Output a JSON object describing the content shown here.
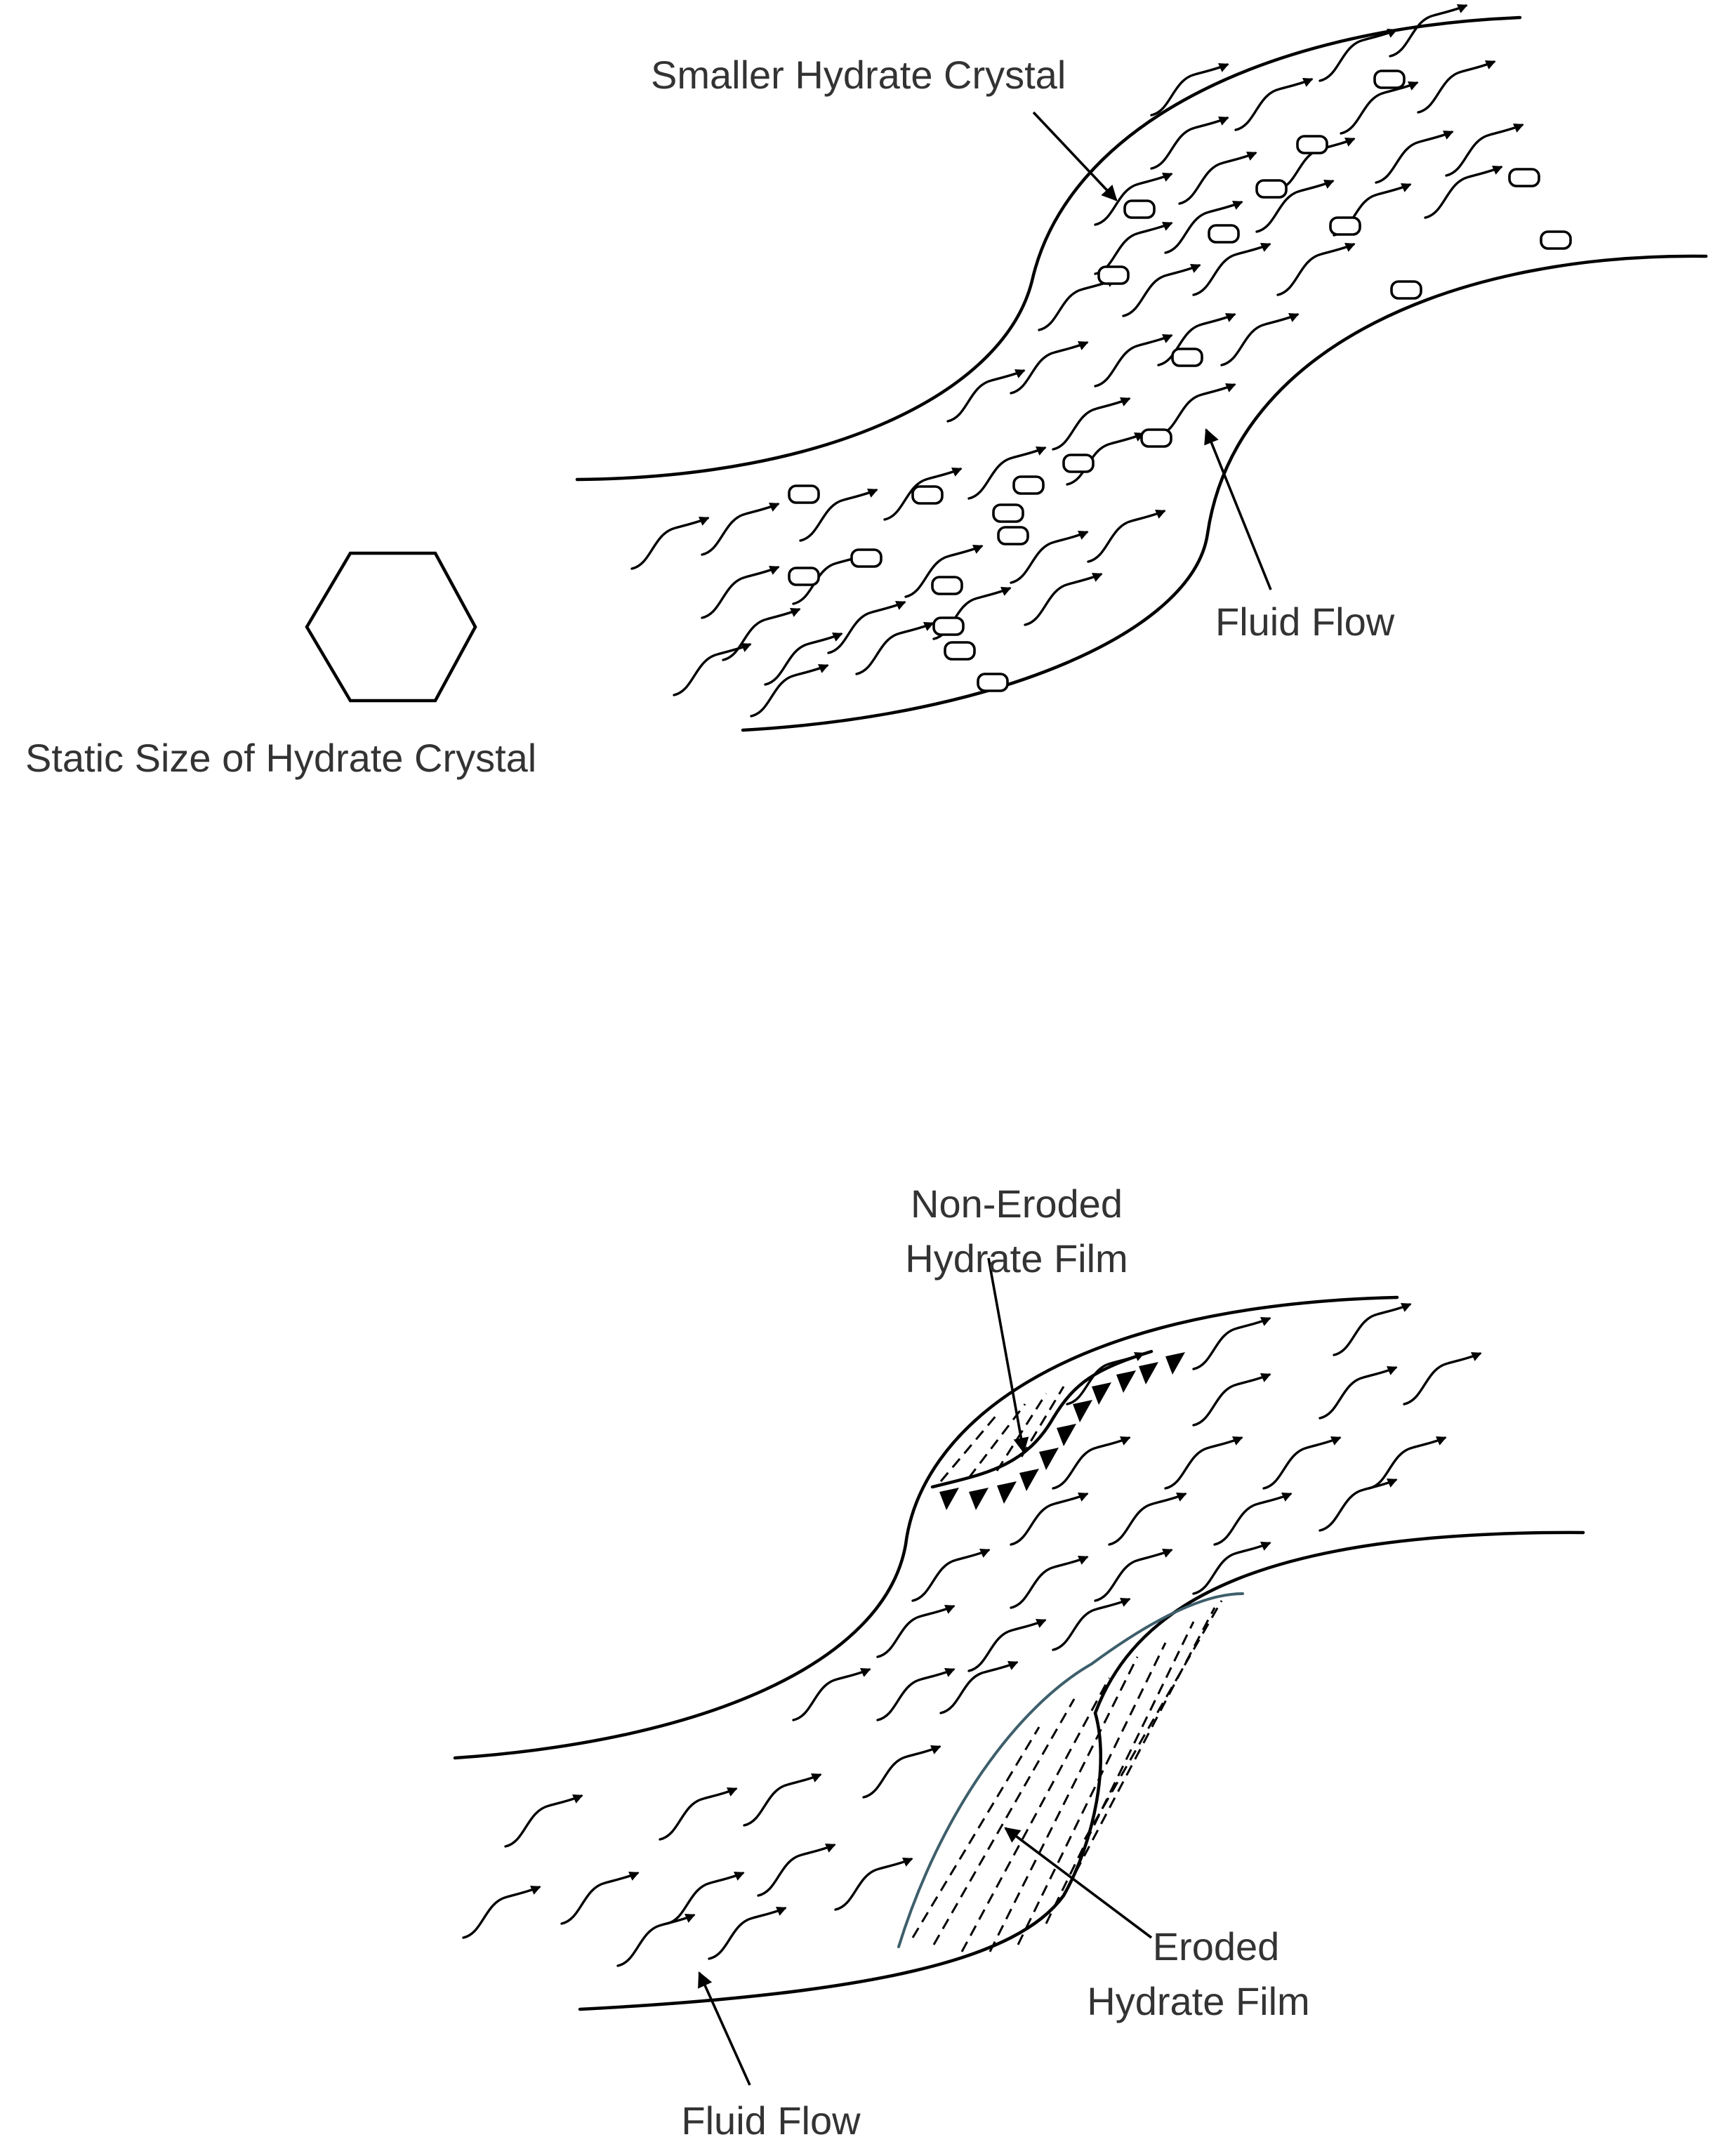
{
  "labels": {
    "smaller_crystal": "Smaller Hydrate Crystal",
    "static_crystal": "Static Size of Hydrate Crystal",
    "fluid_flow_top": "Fluid Flow",
    "non_eroded_line1": "Non-Eroded",
    "non_eroded_line2": "Hydrate Film",
    "eroded_line1": "Eroded",
    "eroded_line2": "Hydrate Film",
    "fluid_flow_bottom": "Fluid Flow"
  },
  "colors": {
    "ink": "#000000",
    "label_text": "#333333",
    "eroded_film_edge": "#3e5f6b",
    "background": "#ffffff"
  }
}
